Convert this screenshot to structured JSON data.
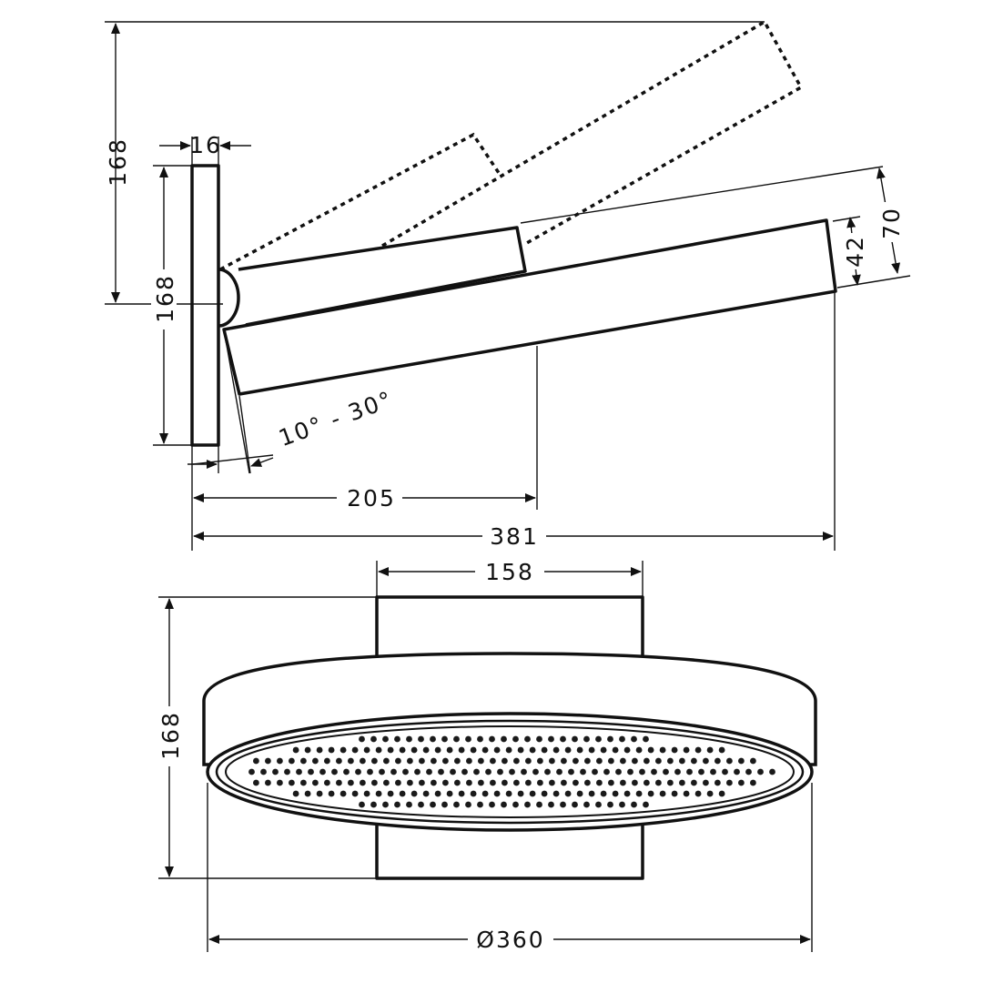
{
  "dimensions": {
    "height_total": "168",
    "plate_thickness": "16",
    "plate_height": "168",
    "arm_to_joint": "205",
    "total_length": "381",
    "angle_range": "10° - 30°",
    "head_height": "70",
    "head_thickness": "42",
    "flange_width": "158",
    "front_height": "168",
    "head_diameter": "Ø360"
  },
  "colors": {
    "line": "#111111",
    "background": "#ffffff"
  }
}
